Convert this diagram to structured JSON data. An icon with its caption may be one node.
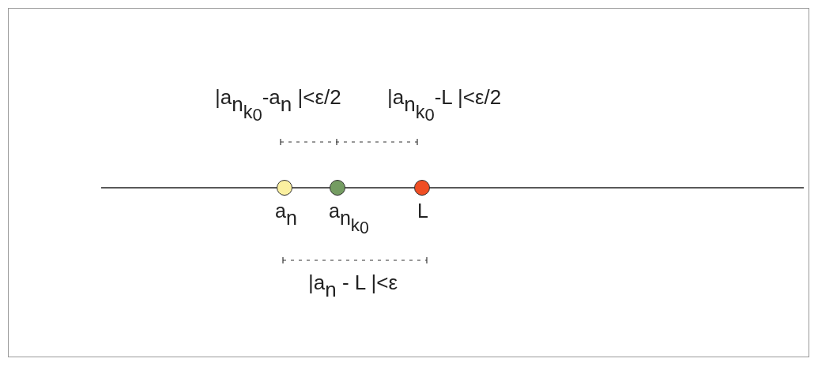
{
  "diagram": {
    "nodes": [
      {
        "text": [],
        "shape": "circle",
        "beside": [
          "a$_{n}$"
        ]
      },
      {
        "text": [],
        "shape": "circle",
        "beside": [
          "a$_{n}$$_{k}$$_{0}$"
        ]
      },
      {
        "text": [],
        "shape": "circle",
        "beside": [
          "L"
        ]
      }
    ],
    "labels": [
      "|a$_{n}$$_{k}$$_{0}$-a$_{n}$ |<ε/2",
      "|a$_{n}$$_{k}$$_{0}$-L |<ε/2",
      "|a$_{n}$ - L |<ε"
    ]
  }
}
